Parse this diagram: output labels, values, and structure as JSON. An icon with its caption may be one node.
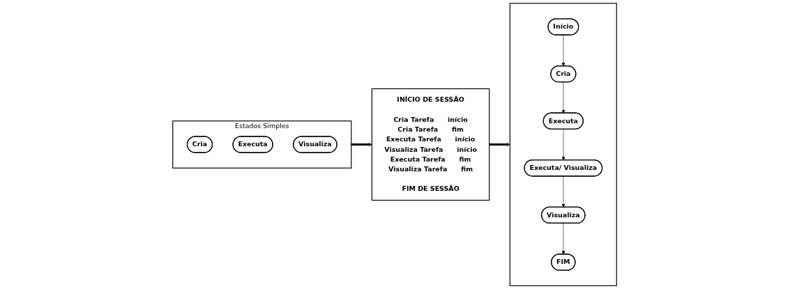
{
  "diagram": {
    "nodes": [
      {
        "text": [
          "Estados Simples"
        ]
      },
      {
        "text": [
          "Cria"
        ],
        "in": 0
      },
      {
        "text": [
          "Executa"
        ],
        "in": 0
      },
      {
        "text": [
          "Visualiza"
        ],
        "in": 0
      },
      {
        "text": [
          "INÍCIO DE SESSÂO",
          "Cria Tarefa",
          "início",
          "Cria Tarefa",
          "fim",
          "Executa Tarefa",
          "início",
          "Visualiza Tarefa",
          "início",
          "Executa Tarefa",
          "fim",
          "Visualiza Tarefa",
          "fim",
          "FIM DE SESSÂO"
        ]
      },
      {
        "text": [],
        "shape": "box"
      },
      {
        "text": [
          "Início"
        ],
        "in": 5
      },
      {
        "text": [
          "Cria"
        ],
        "in": 5
      },
      {
        "text": [
          "Executa"
        ],
        "in": 5
      },
      {
        "text": [
          "Executa/ Visualiza"
        ],
        "in": 5
      },
      {
        "text": [
          "Visualiza"
        ],
        "in": 5
      },
      {
        "text": [
          "FIM"
        ],
        "in": 5
      }
    ],
    "edges": [
      {
        "from": 0,
        "to": 4,
        "arrow": "to",
        "style": "thick"
      },
      {
        "from": 4,
        "to": 5,
        "arrow": "to",
        "style": "thick"
      },
      {
        "from": 6,
        "to": 7,
        "arrow": "to"
      },
      {
        "from": 7,
        "to": 8,
        "arrow": "to"
      },
      {
        "from": 8,
        "to": 9,
        "arrow": "to"
      },
      {
        "from": 9,
        "to": 10,
        "arrow": "to"
      },
      {
        "from": 10,
        "to": 11,
        "arrow": "to"
      }
    ]
  }
}
